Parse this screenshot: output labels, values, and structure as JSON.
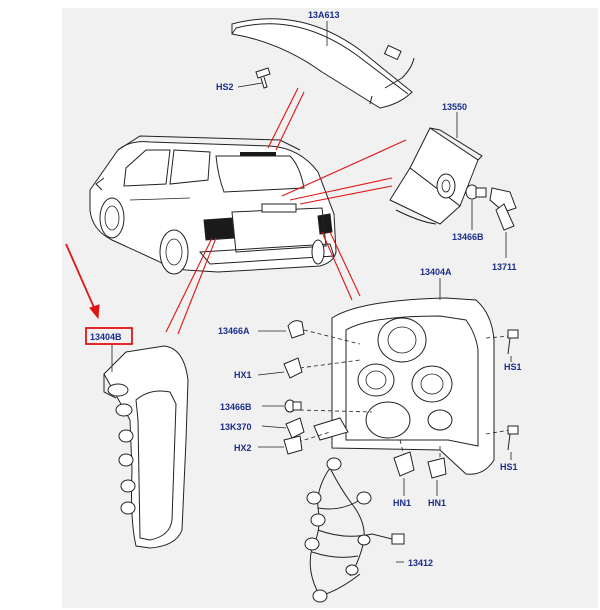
{
  "diagram": {
    "parts": {
      "high_mount_lamp": "13A613",
      "bolt_hs2": "HS2",
      "lamp_unit_13550": "13550",
      "bulb_13466b_top": "13466B",
      "socket_13711": "13711",
      "rear_lamp_13404a": "13404A",
      "rear_lamp_13404b": "13404B",
      "bulb_13466a": "13466A",
      "holder_hx1": "HX1",
      "bulb_13466b_mid": "13466B",
      "holder_13k370": "13K370",
      "holder_hx2": "HX2",
      "screw_hs1_top": "HS1",
      "screw_hs1_bottom": "HS1",
      "nut_hn1_left": "HN1",
      "nut_hn1_right": "HN1",
      "harness_13412": "13412"
    },
    "colors": {
      "label_text": "#1a2e8a",
      "callout_lines": "#e01515",
      "highlight": "#e01515",
      "line_art": "#222222",
      "panel_fill": "#f2f2f2"
    },
    "highlighted_part": "13404B"
  }
}
